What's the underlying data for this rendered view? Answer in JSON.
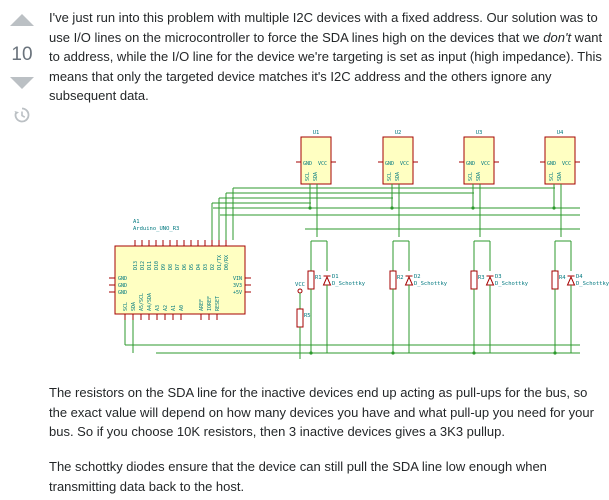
{
  "vote": {
    "score": "10",
    "upvote_icon": "upvote-arrow-icon",
    "downvote_icon": "downvote-arrow-icon",
    "history_icon": "history-clock-icon"
  },
  "answer": {
    "p1_part1": "I've just run into this problem with multiple I2C devices with a fixed address. Our solution was to use I/O lines on the microcontroller to force the SDA lines high on the devices that we ",
    "p1_em": "don't",
    "p1_part2": " want to address, while the I/O line for the device we're targeting is set as input (high impedance). This means that only the targeted device matches it's I2C address and the others ignore any subsequent data.",
    "p2": "The resistors on the SDA line for the inactive devices end up acting as pull-ups for the bus, so the exact value will depend on how many devices you have and what pull-up you need for your bus. So if you choose 10K resistors, then 3 inactive devices gives a 3K3 pullup.",
    "p3": "The schottky diodes ensure that the device can still pull the SDA line low enough when transmitting data back to the host."
  },
  "schematic": {
    "devices": [
      {
        "ref": "U1",
        "gnd": "GND",
        "vcc": "VCC",
        "scl": "SCL",
        "sda": "SDA",
        "r": "R1",
        "d": "D1",
        "d_value": "D_Schottky"
      },
      {
        "ref": "U2",
        "gnd": "GND",
        "vcc": "VCC",
        "scl": "SCL",
        "sda": "SDA",
        "r": "R2",
        "d": "D2",
        "d_value": "D_Schottky"
      },
      {
        "ref": "U3",
        "gnd": "GND",
        "vcc": "VCC",
        "scl": "SCL",
        "sda": "SDA",
        "r": "R3",
        "d": "D3",
        "d_value": "D_Schottky"
      },
      {
        "ref": "U4",
        "gnd": "GND",
        "vcc": "VCC",
        "scl": "SCL",
        "sda": "SDA",
        "r": "R4",
        "d": "D4",
        "d_value": "D_Schottky"
      }
    ],
    "arduino": {
      "ref": "A1",
      "value": "Arduino_UNO_R3",
      "left_pins": [
        "GND",
        "GND",
        "GND"
      ],
      "top_pins": [
        "D13",
        "D12",
        "D11",
        "D10",
        "D9",
        "D8",
        "D7",
        "D6",
        "D5",
        "D4",
        "D3",
        "D2",
        "D1/TX",
        "D0/RX"
      ],
      "bottom_pins": [
        "SCL",
        "SDA",
        "A5/SCL",
        "A4/SDA",
        "A3",
        "A2",
        "A1",
        "A0",
        "AREF",
        "IOREF",
        "RESET"
      ],
      "right_pins": [
        "VIN",
        "3V3",
        "+5V"
      ]
    },
    "vcc_label": "VCC",
    "r5_label": "R5",
    "colors": {
      "body_fill": "#ffffc2",
      "body_stroke": "#a50000",
      "wire": "#2c9a2c",
      "text": "#00787f"
    }
  }
}
